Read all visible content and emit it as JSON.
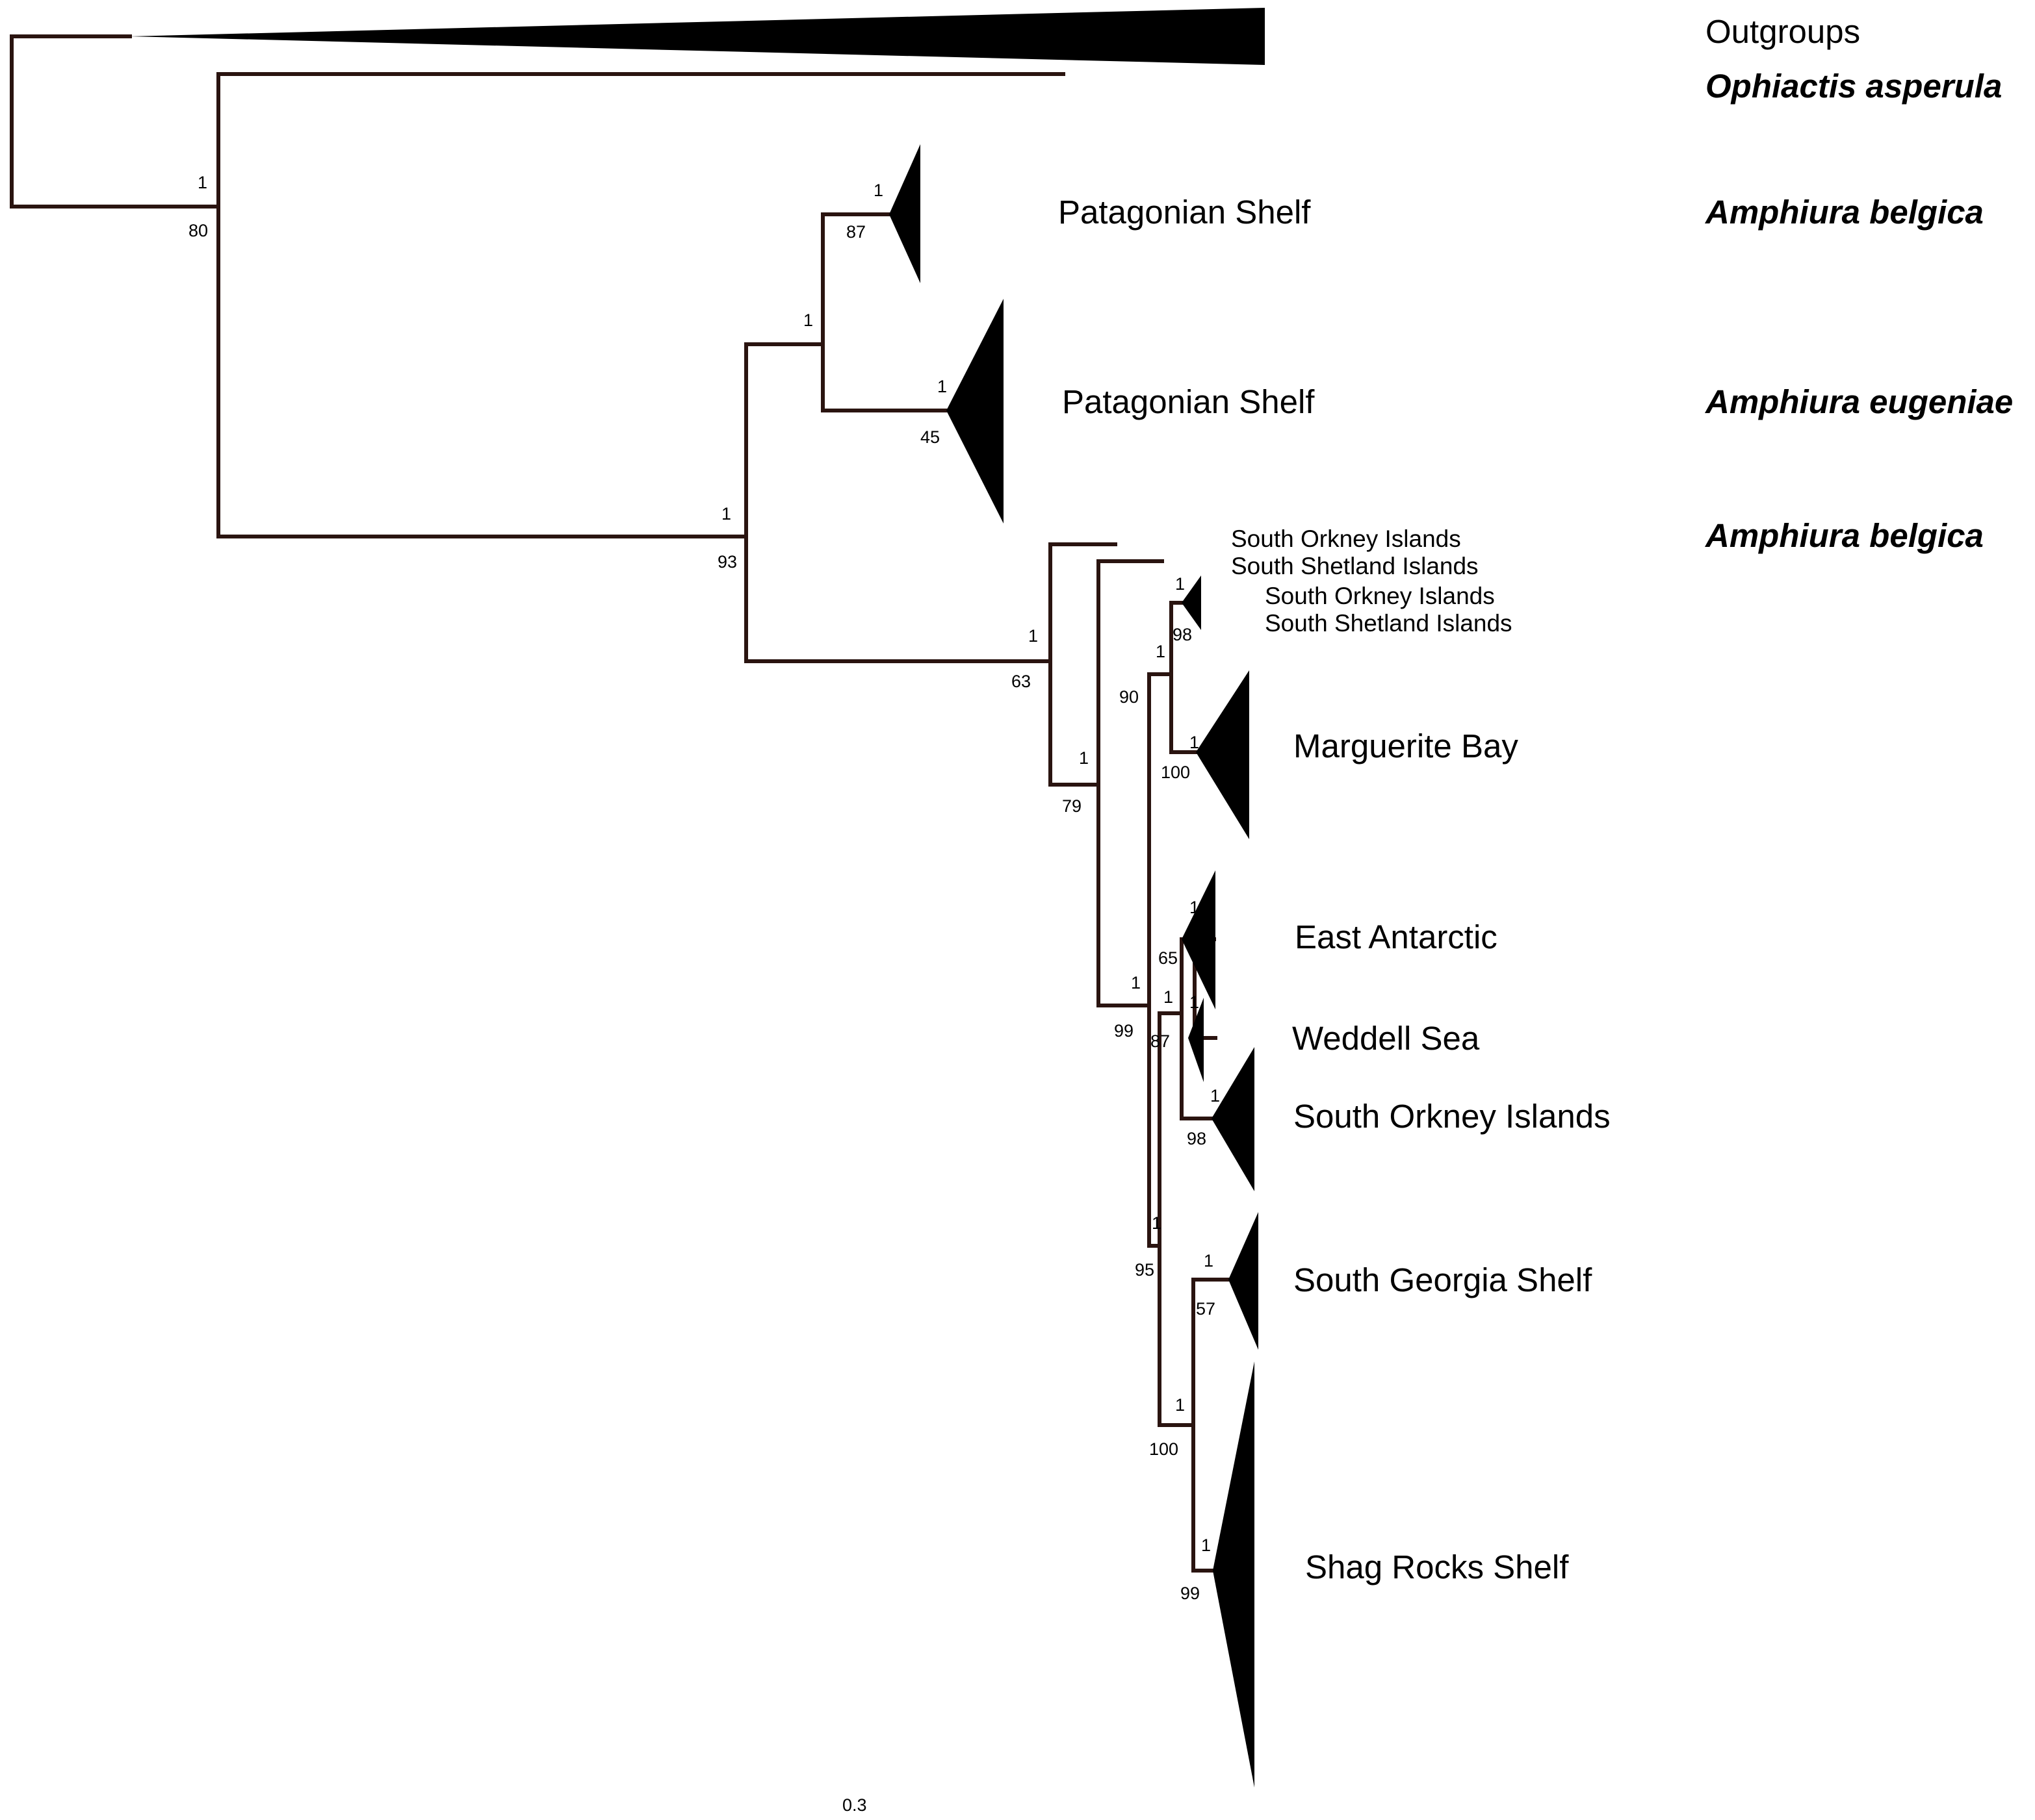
{
  "tree": {
    "outgroup_label": "Outgroups",
    "taxa": {
      "ophiactis": "Ophiactis asperula",
      "belgica_1": "Amphiura belgica",
      "eugeniae": "Amphiura eugeniae",
      "belgica_2": "Amphiura belgica"
    },
    "locations": {
      "patagonian_1": "Patagonian Shelf",
      "patagonian_2": "Patagonian Shelf",
      "south_orkney_a": "South Orkney Islands",
      "south_shetland_a": "South Shetland Islands",
      "south_orkney_b": "South Orkney Islands",
      "south_shetland_b": "South Shetland Islands",
      "marguerite": "Marguerite Bay",
      "east_antarctic": "East Antarctic",
      "weddell": "Weddell Sea",
      "south_orkney_c": "South Orkney Islands",
      "south_georgia": "South Georgia Shelf",
      "shag_rocks": "Shag Rocks Shelf"
    },
    "node_support": {
      "root_pp": "1",
      "root_bs": "80",
      "patagonia_pp": "1",
      "patagonia_bs": "93",
      "belgica_pat_pp": "1",
      "belgica_pat_bs": "87",
      "pat_pair_pp": "1",
      "eugeniae_pp": "1",
      "eugeniae_bs": "45",
      "antarctic_pp": "1",
      "antarctic_bs": "63",
      "n79_pp": "1",
      "n79_bs": "79",
      "n90_pp": "1",
      "n90_bs": "90",
      "so_ss_pp": "1",
      "so_ss_bs": "98",
      "marguerite_pp": "1",
      "marguerite_bs": "100",
      "n99_pp": "1",
      "n99_bs": "99",
      "east_ant_pp": "1",
      "east_ant_bs": "65",
      "n87_pp": "1",
      "n87_bs": "87",
      "weddell_pp": "1",
      "so_c_pp": "1",
      "so_c_bs": "98",
      "n95_pp": "1",
      "n95_bs": "95",
      "sg_pp": "1",
      "sg_bs": "57",
      "n100_pp": "1",
      "n100_bs": "100",
      "shag_pp": "1",
      "shag_bs": "99"
    },
    "scale_bar": "0.3"
  }
}
